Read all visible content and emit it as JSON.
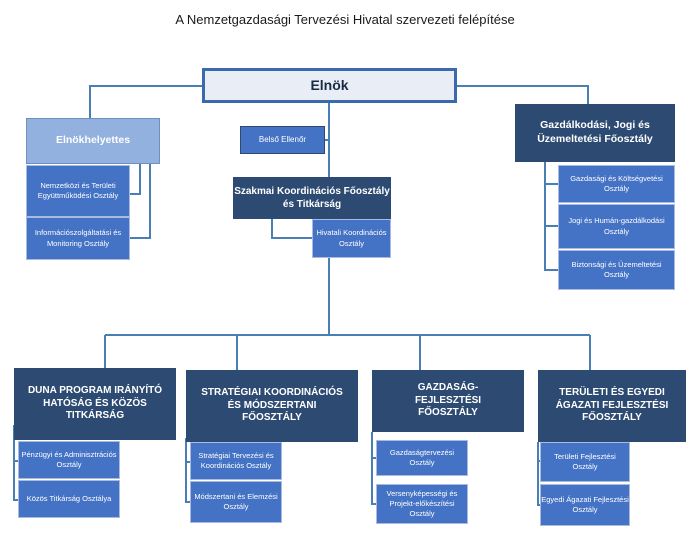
{
  "title": "A Nemzetgazdasági Tervezési Hivatal szervezeti felépítése",
  "colors": {
    "dark": "#2d4b72",
    "mid": "#4472c4",
    "light": "#92b1de",
    "line": "#4a7fb5"
  },
  "elnok": "Elnök",
  "elnokhelyettes": {
    "label": "Elnökhelyettes",
    "children": [
      "Nemzetközi és Területi Együttműködési Osztály",
      "Információszolgáltatási és Monitoring Osztály"
    ]
  },
  "belso_ellenor": "Belső Ellenőr",
  "szakmai": {
    "label": "Szakmai Koordinációs Főosztály és Titkárság",
    "children": [
      "Hivatali Koordinációs Osztály"
    ]
  },
  "gazdalkodasi": {
    "label": "Gazdálkodási, Jogi és Üzemeltetési Főosztály",
    "children": [
      "Gazdasági és Költségvetési Osztály",
      "Jogi és Humán-gazdálkodási Osztály",
      "Biztonsági és Üzemeltetési Osztály"
    ]
  },
  "duna": {
    "label": "DUNA PROGRAM IRÁNYÍTÓ HATÓSÁG ÉS KÖZÖS TITKÁRSÁG",
    "children": [
      "Pénzügyi és Adminisztrációs Osztály",
      "Közös Titkárság Osztálya"
    ]
  },
  "strategiai": {
    "label": "STRATÉGIAI KOORDINÁCIÓS ÉS MÓDSZERTANI FŐOSZTÁLY",
    "children": [
      "Stratégiai Tervezési és Koordinációs Osztály",
      "Módszertani és Elemzési Osztály"
    ]
  },
  "gazdasagfejl": {
    "label": "GAZDASÁG-FEJLESZTÉSI FŐOSZTÁLY",
    "children": [
      "Gazdaságtervezési Osztály",
      "Versenyképességi és Projekt-előkészítési Osztály"
    ]
  },
  "teruleti": {
    "label": "TERÜLETI ÉS EGYEDI ÁGAZATI FEJLESZTÉSI FŐOSZTÁLY",
    "children": [
      "Területi Fejlesztési Osztály",
      "Egyedi Ágazati Fejlesztési Osztály"
    ]
  }
}
